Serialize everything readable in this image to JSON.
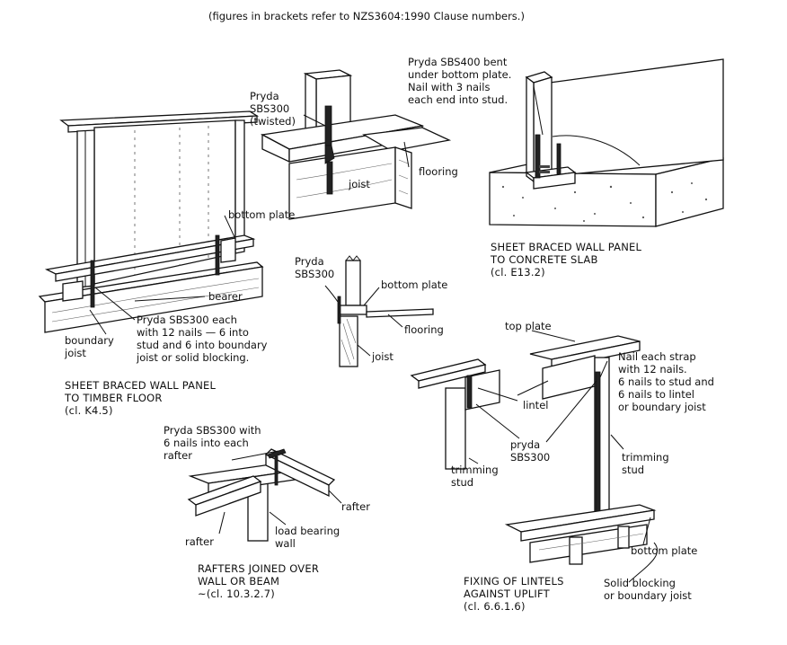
{
  "header_note": "(figures in brackets refer to NZS3604:1990 Clause numbers.)",
  "figures": {
    "timber_floor": {
      "labels": {
        "bottom_plate": "bottom plate",
        "bearer": "bearer",
        "boundary_joist": "boundary\njoist",
        "strap_note": "Pryda SBS300 each\nwith 12 nails — 6 into\nstud and 6 into boundary\njoist or solid blocking."
      },
      "caption": "SHEET BRACED WALL PANEL\nTO TIMBER FLOOR\n(cl. K4.5)"
    },
    "twisted_detail": {
      "labels": {
        "strap": "Pryda\nSBS300\n(twisted)",
        "flooring": "flooring",
        "joist": "joist"
      }
    },
    "concrete_slab": {
      "labels": {
        "strap_note": "Pryda SBS400 bent\nunder bottom plate.\nNail with 3 nails\neach end into stud."
      },
      "caption": "SHEET BRACED WALL PANEL\nTO CONCRETE SLAB\n(cl. E13.2)"
    },
    "section_detail": {
      "labels": {
        "strap": "Pryda\nSBS300",
        "bottom_plate": "bottom plate",
        "flooring": "flooring",
        "joist": "joist"
      }
    },
    "rafters": {
      "labels": {
        "strap_note": "Pryda SBS300 with\n6 nails into each\nrafter",
        "rafter_right": "rafter",
        "rafter_left": "rafter",
        "wall": "load bearing\nwall"
      },
      "caption": "RAFTERS JOINED OVER\nWALL OR BEAM\n~(cl. 10.3.2.7)"
    },
    "lintels": {
      "labels": {
        "top_plate": "top plate",
        "nail_note": "Nail each strap\nwith 12 nails.\n6 nails to stud and\n6 nails to lintel\nor boundary joist",
        "lintel": "lintel",
        "strap": "pryda\nSBS300",
        "trimming_stud_left": "trimming\nstud",
        "trimming_stud_right": "trimming\nstud",
        "bottom_plate": "bottom plate",
        "blocking": "Solid blocking\nor boundary joist"
      },
      "caption": "FIXING OF LINTELS\nAGAINST UPLIFT\n(cl. 6.6.1.6)"
    }
  }
}
